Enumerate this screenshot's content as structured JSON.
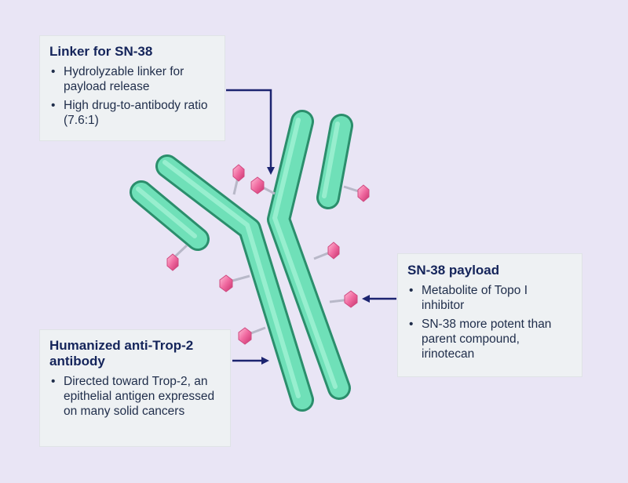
{
  "callouts": {
    "linker": {
      "title": "Linker for SN-38",
      "bullets": [
        "Hydrolyzable linker for payload release",
        "High drug-to-antibody ratio (7.6:1)"
      ]
    },
    "payload": {
      "title": "SN-38 payload",
      "bullets": [
        "Metabolite of Topo I inhibitor",
        "SN-38 more potent than parent compound, irinotecan"
      ]
    },
    "antibody": {
      "title": "Humanized anti-Trop-2 antibody",
      "bullets": [
        "Directed toward Trop-2, an epithelial antigen expressed on many solid cancers"
      ]
    }
  },
  "colors": {
    "background": "#e9e5f5",
    "antibody": "#5fd6aa",
    "payload": "#f06aa0",
    "arrow": "#1c2470",
    "callout_bg": "#eef1f3"
  }
}
